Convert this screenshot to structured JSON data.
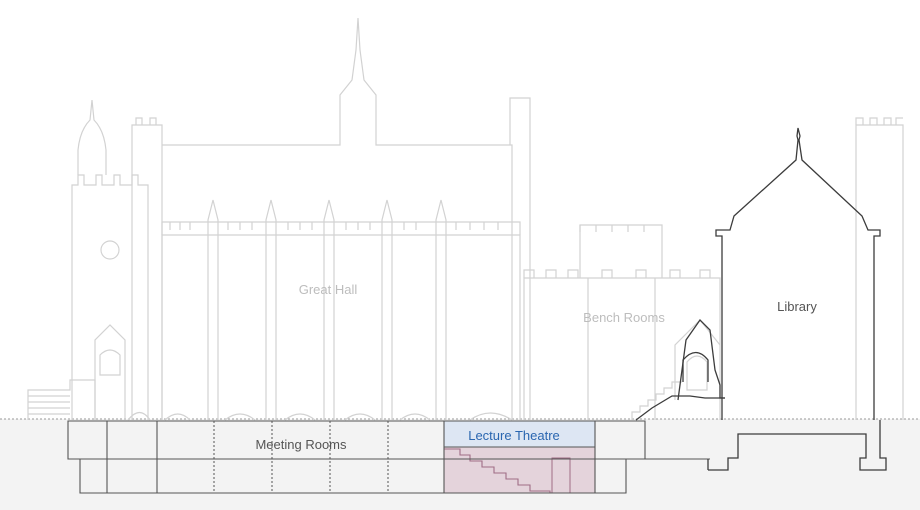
{
  "labels": {
    "great_hall": "Great Hall",
    "bench_rooms": "Bench Rooms",
    "library": "Library",
    "meeting_rooms": "Meeting Rooms",
    "lecture_theatre": "Lecture Theatre"
  },
  "colors": {
    "faint_outline": "#d2d2d2",
    "dark_outline": "#3c3c3c",
    "ground": "#f3f3f3",
    "highlight_fill": "#dde6f3",
    "highlight_text": "#2a66b0",
    "theatre_fill": "#e4d3db",
    "theatre_stroke": "#a06d86",
    "faint_text": "#bdbdbd",
    "dark_text": "#555555"
  }
}
